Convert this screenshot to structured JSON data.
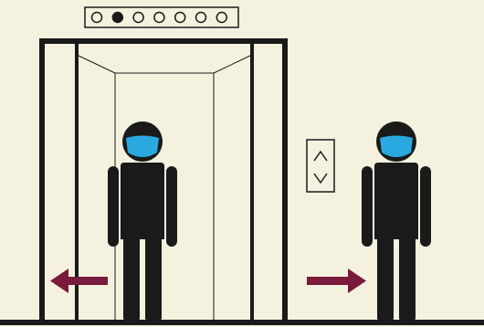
{
  "scene": {
    "background": "#f4f1df",
    "ink": "#1a1a1a",
    "mask_color": "#29a9e0",
    "arrow_color": "#7a1a3c",
    "floor_indicator": {
      "total": 7,
      "active_index": 1
    },
    "elevator_buttons": [
      "up-chevron-icon",
      "down-chevron-icon"
    ],
    "arrows": [
      "arrow-left-icon",
      "arrow-right-icon"
    ],
    "figures": [
      "person-in-elevator",
      "person-waiting"
    ]
  }
}
